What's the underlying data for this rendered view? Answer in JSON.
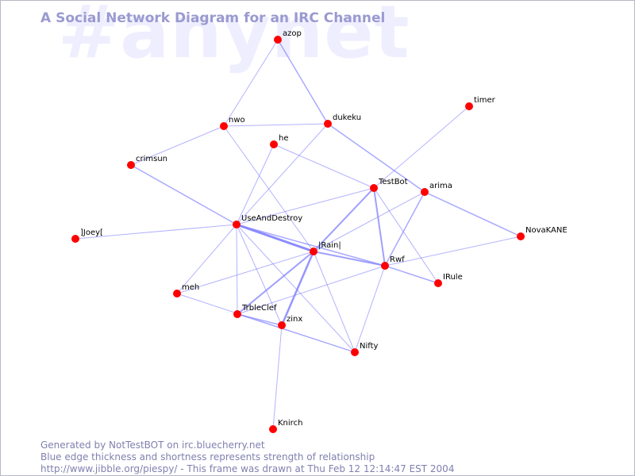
{
  "watermark": "#anynet",
  "title": "A Social Network Diagram for an IRC Channel",
  "footer": {
    "line1": "Generated by NotTestBOT on irc.bluecherry.net",
    "line2": "Blue edge thickness and shortness represents strength of relationship",
    "line3": "http://www.jibble.org/piespy/ - This frame was drawn at Thu Feb 12 12:14:47 EST 2004"
  },
  "colors": {
    "node": "#ff0000",
    "edge": "#8080ff",
    "title": "#9a9ad0",
    "watermark": "#eeeeff",
    "footer": "#8080b0"
  },
  "nodes": [
    {
      "id": "azop",
      "label": "azop"
    },
    {
      "id": "nwo",
      "label": "nwo"
    },
    {
      "id": "dukeku",
      "label": "dukeku"
    },
    {
      "id": "he",
      "label": "he"
    },
    {
      "id": "timer",
      "label": "timer"
    },
    {
      "id": "crimsun",
      "label": "crimsun"
    },
    {
      "id": "TestBot",
      "label": "TestBot"
    },
    {
      "id": "arima",
      "label": "arima"
    },
    {
      "id": "UseAndDestroy",
      "label": "UseAndDestroy"
    },
    {
      "id": "NovaKANE",
      "label": "NovaKANE"
    },
    {
      "id": "Joey",
      "label": "]Joey["
    },
    {
      "id": "Rain",
      "label": "|Rain|"
    },
    {
      "id": "Rwf",
      "label": "Rwf"
    },
    {
      "id": "IRule",
      "label": "IRule"
    },
    {
      "id": "meh",
      "label": "meh"
    },
    {
      "id": "TrbleClef",
      "label": "TrbleClef"
    },
    {
      "id": "zinx",
      "label": "zinx"
    },
    {
      "id": "Nifty",
      "label": "Nifty"
    },
    {
      "id": "Knirch",
      "label": "Knirch"
    }
  ],
  "edges": [
    {
      "source": "azop",
      "target": "nwo",
      "weight": 1
    },
    {
      "source": "azop",
      "target": "dukeku",
      "weight": 1.5
    },
    {
      "source": "nwo",
      "target": "dukeku",
      "weight": 1
    },
    {
      "source": "nwo",
      "target": "crimsun",
      "weight": 1
    },
    {
      "source": "nwo",
      "target": "Rain",
      "weight": 1
    },
    {
      "source": "dukeku",
      "target": "UseAndDestroy",
      "weight": 1
    },
    {
      "source": "dukeku",
      "target": "arima",
      "weight": 1.5
    },
    {
      "source": "he",
      "target": "UseAndDestroy",
      "weight": 1
    },
    {
      "source": "he",
      "target": "TestBot",
      "weight": 1
    },
    {
      "source": "timer",
      "target": "TestBot",
      "weight": 1
    },
    {
      "source": "crimsun",
      "target": "UseAndDestroy",
      "weight": 1.5
    },
    {
      "source": "TestBot",
      "target": "UseAndDestroy",
      "weight": 1
    },
    {
      "source": "TestBot",
      "target": "Rain",
      "weight": 2
    },
    {
      "source": "TestBot",
      "target": "Rwf",
      "weight": 2
    },
    {
      "source": "TestBot",
      "target": "IRule",
      "weight": 1
    },
    {
      "source": "arima",
      "target": "Rain",
      "weight": 1
    },
    {
      "source": "arima",
      "target": "Rwf",
      "weight": 1.5
    },
    {
      "source": "arima",
      "target": "NovaKANE",
      "weight": 1.5
    },
    {
      "source": "UseAndDestroy",
      "target": "Joey",
      "weight": 1
    },
    {
      "source": "UseAndDestroy",
      "target": "Rain",
      "weight": 3
    },
    {
      "source": "UseAndDestroy",
      "target": "Rwf",
      "weight": 1.5
    },
    {
      "source": "UseAndDestroy",
      "target": "meh",
      "weight": 1
    },
    {
      "source": "UseAndDestroy",
      "target": "TrbleClef",
      "weight": 1
    },
    {
      "source": "UseAndDestroy",
      "target": "zinx",
      "weight": 1
    },
    {
      "source": "UseAndDestroy",
      "target": "Nifty",
      "weight": 1
    },
    {
      "source": "Rain",
      "target": "Rwf",
      "weight": 2
    },
    {
      "source": "Rain",
      "target": "meh",
      "weight": 1
    },
    {
      "source": "Rain",
      "target": "TrbleClef",
      "weight": 2
    },
    {
      "source": "Rain",
      "target": "zinx",
      "weight": 2.5
    },
    {
      "source": "Rain",
      "target": "Nifty",
      "weight": 1
    },
    {
      "source": "Rwf",
      "target": "IRule",
      "weight": 1.5
    },
    {
      "source": "Rwf",
      "target": "NovaKANE",
      "weight": 1
    },
    {
      "source": "Rwf",
      "target": "Nifty",
      "weight": 1
    },
    {
      "source": "Rwf",
      "target": "TrbleClef",
      "weight": 1
    },
    {
      "source": "meh",
      "target": "Nifty",
      "weight": 1
    },
    {
      "source": "TrbleClef",
      "target": "Nifty",
      "weight": 1
    },
    {
      "source": "TrbleClef",
      "target": "zinx",
      "weight": 1.5
    },
    {
      "source": "zinx",
      "target": "Knirch",
      "weight": 1
    }
  ]
}
